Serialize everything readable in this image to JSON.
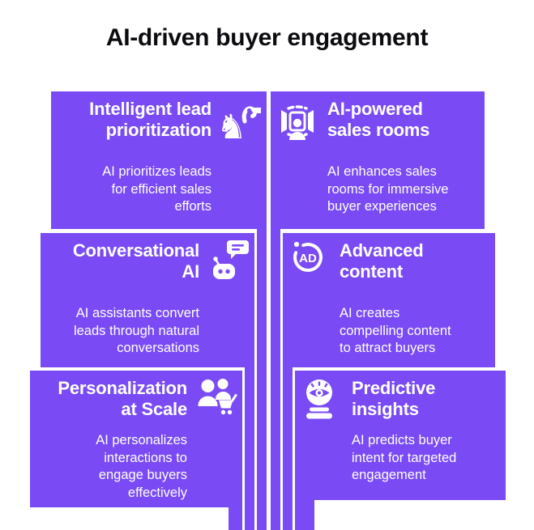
{
  "page_title": "AI-driven buyer engagement",
  "theme": {
    "card_color": "#7a4bf5",
    "card_text_color": "#ffffff",
    "page_title_color": "#0b0b10",
    "background_color": "#ffffff"
  },
  "cards": [
    {
      "title": "Intelligent lead\nprioritization",
      "description": "AI prioritizes leads\nfor efficient sales\nefforts",
      "icon": "chess-knight-strategy-icon",
      "column": "left",
      "row": 1
    },
    {
      "title": "AI-powered\nsales rooms",
      "description": "AI enhances sales\nrooms for immersive\nbuyer experiences",
      "icon": "immersive-sales-room-icon",
      "column": "right",
      "row": 1
    },
    {
      "title": "Conversational\nAI",
      "description": "AI assistants convert\nleads through natural\nconversations",
      "icon": "chatbot-icon",
      "column": "left",
      "row": 2
    },
    {
      "title": "Advanced\ncontent",
      "description": "AI creates\ncompelling content\nto attract buyers",
      "icon": "ad-badge-icon",
      "column": "right",
      "row": 2
    },
    {
      "title": "Personalization\nat Scale",
      "description": "AI personalizes\ninteractions to\nengage buyers\neffectively",
      "icon": "buyers-group-cart-icon",
      "column": "left",
      "row": 3
    },
    {
      "title": "Predictive\ninsights",
      "description": "AI predicts buyer\nintent for targeted\nengagement",
      "icon": "crystal-ball-icon",
      "column": "right",
      "row": 3
    }
  ]
}
